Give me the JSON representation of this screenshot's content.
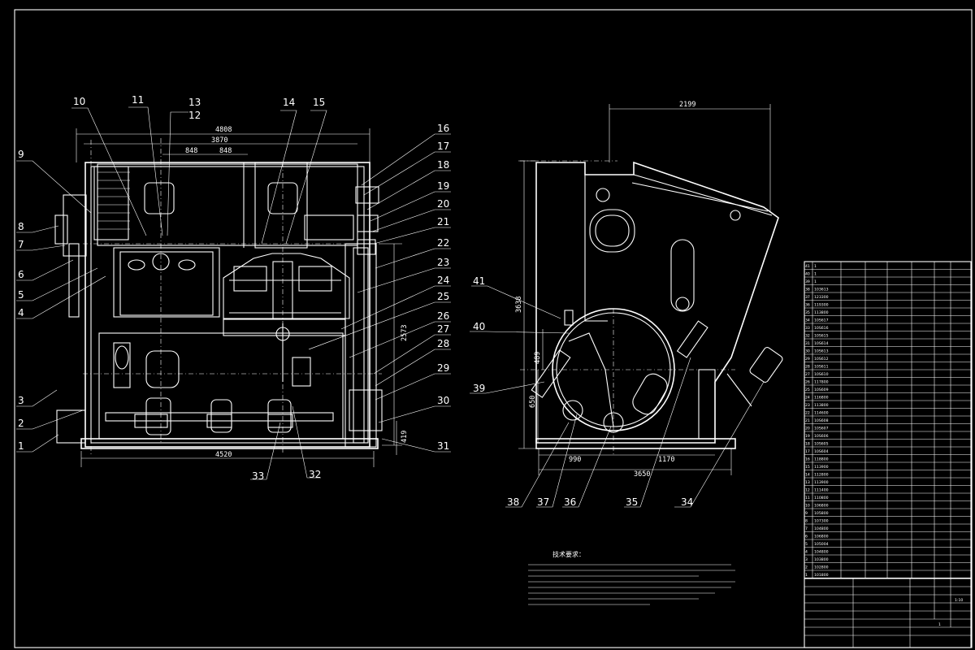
{
  "left_view": {
    "dims": {
      "overall_width": "4808",
      "inner_width": "3870",
      "half_left": "848",
      "half_right": "848",
      "base_width": "4520",
      "height_right": "2573",
      "offset_bottom": "419"
    },
    "callouts_left": [
      "9",
      "8",
      "7",
      "6",
      "5",
      "4",
      "3",
      "2",
      "1"
    ],
    "callouts_top": [
      "10",
      "11",
      "13",
      "12",
      "14",
      "15"
    ],
    "callouts_right": [
      "16",
      "17",
      "18",
      "19",
      "20",
      "21",
      "22",
      "23",
      "24",
      "25",
      "26",
      "27",
      "28",
      "29",
      "30",
      "31"
    ],
    "callouts_bottom": [
      "33",
      "32"
    ]
  },
  "right_view": {
    "dims": {
      "top_width": "2199",
      "height": "3638",
      "h_upper": "489",
      "h_lower": "650",
      "base_left": "990",
      "base_mid": "1170",
      "base_total": "3650"
    },
    "callouts_left": [
      "41",
      "40",
      "39"
    ],
    "callouts_bottom": [
      "38",
      "37",
      "36",
      "35",
      "34"
    ]
  },
  "bom": {
    "rows": [
      {
        "no": "41",
        "code": "1"
      },
      {
        "no": "40",
        "code": "1"
      },
      {
        "no": "39",
        "code": "1"
      },
      {
        "no": "38",
        "code": "103613"
      },
      {
        "no": "37",
        "code": "123300"
      },
      {
        "no": "36",
        "code": "119300"
      },
      {
        "no": "35",
        "code": "113800"
      },
      {
        "no": "34",
        "code": "10S617"
      },
      {
        "no": "33",
        "code": "10S616"
      },
      {
        "no": "32",
        "code": "10S615"
      },
      {
        "no": "31",
        "code": "10S614"
      },
      {
        "no": "30",
        "code": "10S613"
      },
      {
        "no": "29",
        "code": "10S612"
      },
      {
        "no": "28",
        "code": "10S611"
      },
      {
        "no": "27",
        "code": "10S610"
      },
      {
        "no": "26",
        "code": "117800"
      },
      {
        "no": "25",
        "code": "10S609"
      },
      {
        "no": "24",
        "code": "116800"
      },
      {
        "no": "23",
        "code": "113800"
      },
      {
        "no": "22",
        "code": "114600"
      },
      {
        "no": "21",
        "code": "10S608"
      },
      {
        "no": "20",
        "code": "10S607"
      },
      {
        "no": "19",
        "code": "10S606"
      },
      {
        "no": "18",
        "code": "10S605"
      },
      {
        "no": "17",
        "code": "10S604"
      },
      {
        "no": "16",
        "code": "118800"
      },
      {
        "no": "15",
        "code": "113900"
      },
      {
        "no": "14",
        "code": "112800"
      },
      {
        "no": "13",
        "code": "113900"
      },
      {
        "no": "12",
        "code": "111400"
      },
      {
        "no": "11",
        "code": "110800"
      },
      {
        "no": "10",
        "code": "106800"
      },
      {
        "no": "9",
        "code": "105800"
      },
      {
        "no": "8",
        "code": "107300"
      },
      {
        "no": "7",
        "code": "104800"
      },
      {
        "no": "6",
        "code": "106800"
      },
      {
        "no": "5",
        "code": "105004"
      },
      {
        "no": "4",
        "code": "104800"
      },
      {
        "no": "3",
        "code": "103800"
      },
      {
        "no": "2",
        "code": "102800"
      },
      {
        "no": "1",
        "code": "101800"
      }
    ]
  },
  "tech_notes": {
    "heading": "技术要求："
  },
  "title_block": {
    "scale": "1:10",
    "sheet": "1"
  }
}
